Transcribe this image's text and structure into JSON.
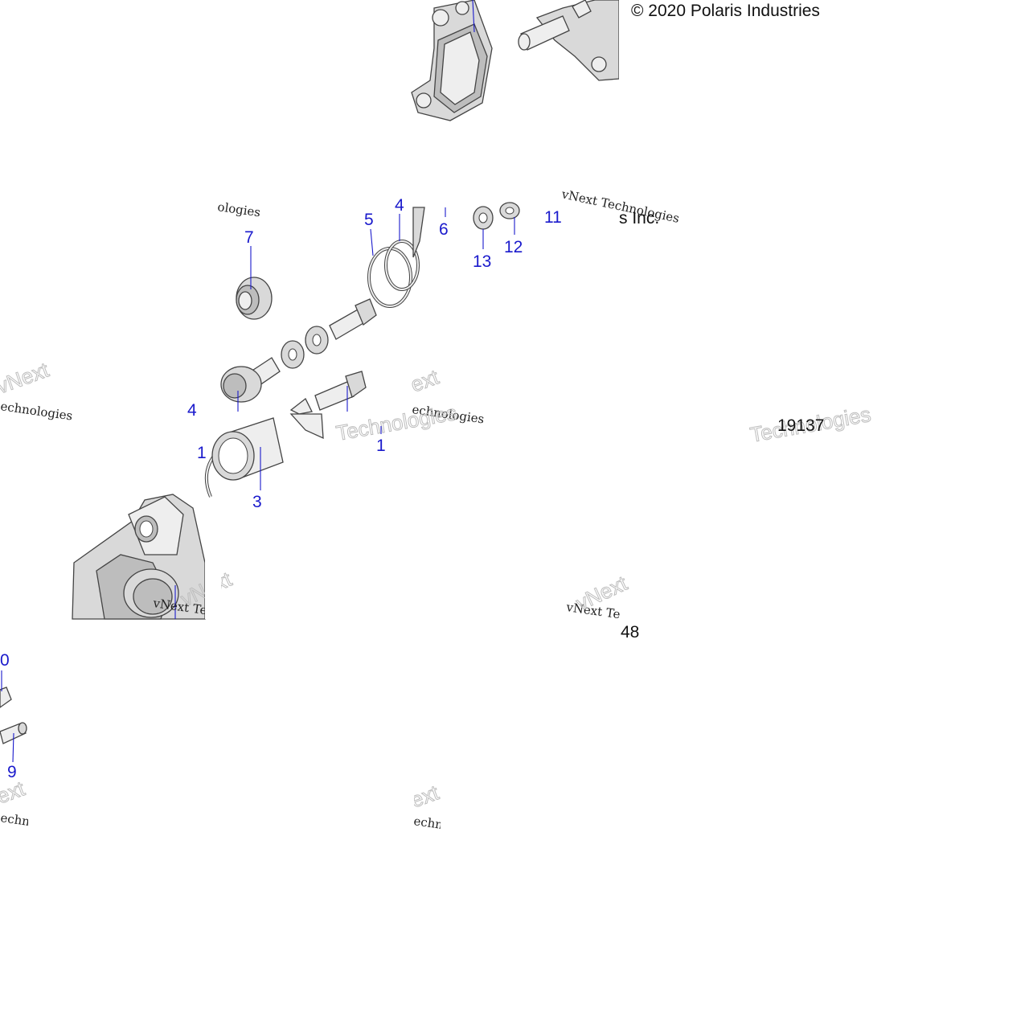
{
  "copyright": "© 2020 Polaris Industries",
  "copyright_tail": "s Inc.",
  "figure_code": "19137",
  "page_number": "48",
  "watermark": {
    "brand": "vNext",
    "product": "Technologies",
    "full": "vNext Technologies",
    "fragment_1": "echnologies",
    "fragment_2": "ologies",
    "fragment_3": "vNext Te",
    "fragment_4": "echno",
    "fragment_5": "ext"
  },
  "callouts": {
    "c1a": "1",
    "c1b": "1",
    "c3": "3",
    "c4a": "4",
    "c4b": "4",
    "c5": "5",
    "c6": "6",
    "c7": "7",
    "c9": "9",
    "c10": "0",
    "c11": "11",
    "c12": "12",
    "c13": "13"
  },
  "colors": {
    "callout": "#1a1acc",
    "text": "#111111",
    "part_fill": "#d9d9d9",
    "outline": "#444444"
  }
}
